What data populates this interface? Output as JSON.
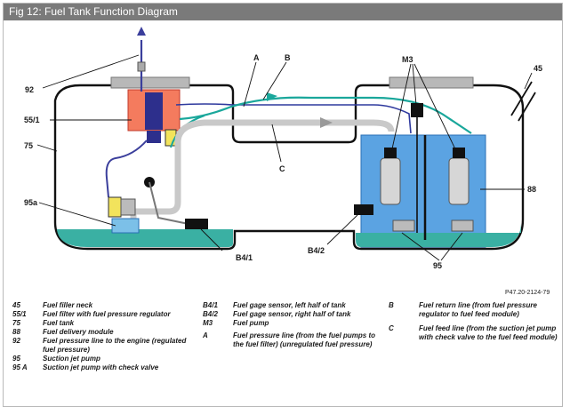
{
  "title": "Fig 12: Fuel Tank Function Diagram",
  "callouts": {
    "l92": "92",
    "l55_1": "55/1",
    "l75": "75",
    "l95a": "95a",
    "lA": "A",
    "lB": "B",
    "lC": "C",
    "lM3": "M3",
    "l45": "45",
    "l88": "88",
    "lB4_1": "B4/1",
    "lB4_2": "B4/2",
    "l95": "95",
    "figure_ref": "P47.20-2124-79"
  },
  "legend": {
    "col1": [
      {
        "code": "45",
        "desc": "Fuel filler neck"
      },
      {
        "code": "55/1",
        "desc": "Fuel filter with fuel pressure regulator"
      },
      {
        "code": "75",
        "desc": "Fuel tank"
      },
      {
        "code": "88",
        "desc": "Fuel delivery module"
      },
      {
        "code": "92",
        "desc": "Fuel pressure line to the engine (regulated fuel pressure)"
      },
      {
        "code": "95",
        "desc": "Suction jet pump"
      },
      {
        "code": "95 A",
        "desc": "Suction jet pump with check valve"
      }
    ],
    "col2": [
      {
        "code": "B4/1",
        "desc": "Fuel gage sensor, left half of tank"
      },
      {
        "code": "B4/2",
        "desc": "Fuel gage sensor, right half of tank"
      },
      {
        "code": "M3",
        "desc": "Fuel pump"
      },
      {
        "code": "A",
        "desc": "Fuel pressure line (from the fuel pumps to the fuel filter) (unregulated fuel pressure)"
      }
    ],
    "col3": [
      {
        "code": "B",
        "desc": "Fuel return line (from fuel pressure regulator to fuel feed module)"
      },
      {
        "code": "C",
        "desc": "Fuel feed line (from the suction jet pump with check valve to the fuel feed module)"
      }
    ]
  }
}
